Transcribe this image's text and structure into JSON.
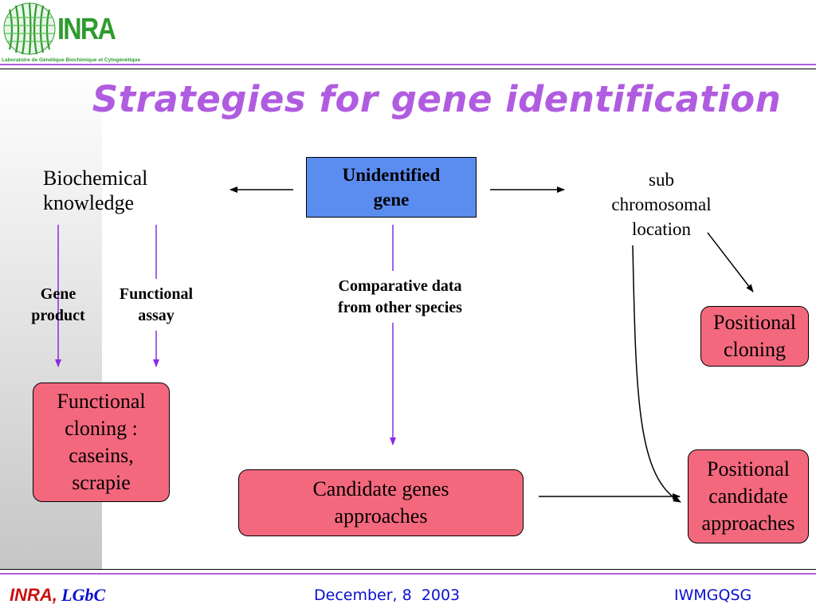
{
  "colors": {
    "title": "#b05ce0",
    "accent_line": "#8a2be2",
    "pink_box": "#f4687e",
    "blue_box": "#5b8cf0",
    "logo_green": "#2e9b2e",
    "footer_blue": "#0a10cc",
    "footer_red": "#c81010"
  },
  "header": {
    "logo_text": "INRA",
    "logo_subtitle": "Laboratoire de Génétique Biochimique et Cytogénétique"
  },
  "title": "Strategies for gene identification",
  "diagram": {
    "center_box": "Unidentified gene",
    "left_label": [
      "Biochemical",
      "knowledge"
    ],
    "right_label": [
      "sub",
      "chromosomal",
      "location"
    ],
    "gene_product": [
      "Gene",
      "product"
    ],
    "functional_assay": [
      "Functional",
      "assay"
    ],
    "comparative": [
      "Comparative data",
      "from other species"
    ],
    "functional_cloning": [
      "Functional",
      "cloning :",
      "caseins,",
      "scrapie"
    ],
    "candidate_genes": [
      "Candidate genes",
      "approaches"
    ],
    "positional_cloning": [
      "Positional",
      "cloning"
    ],
    "positional_candidate": [
      "Positional",
      "candidate",
      "approaches"
    ]
  },
  "footer": {
    "org": "INRA,",
    "lab": "LGbC",
    "date": "December, 8  2003",
    "event": "IWMGQSG"
  }
}
